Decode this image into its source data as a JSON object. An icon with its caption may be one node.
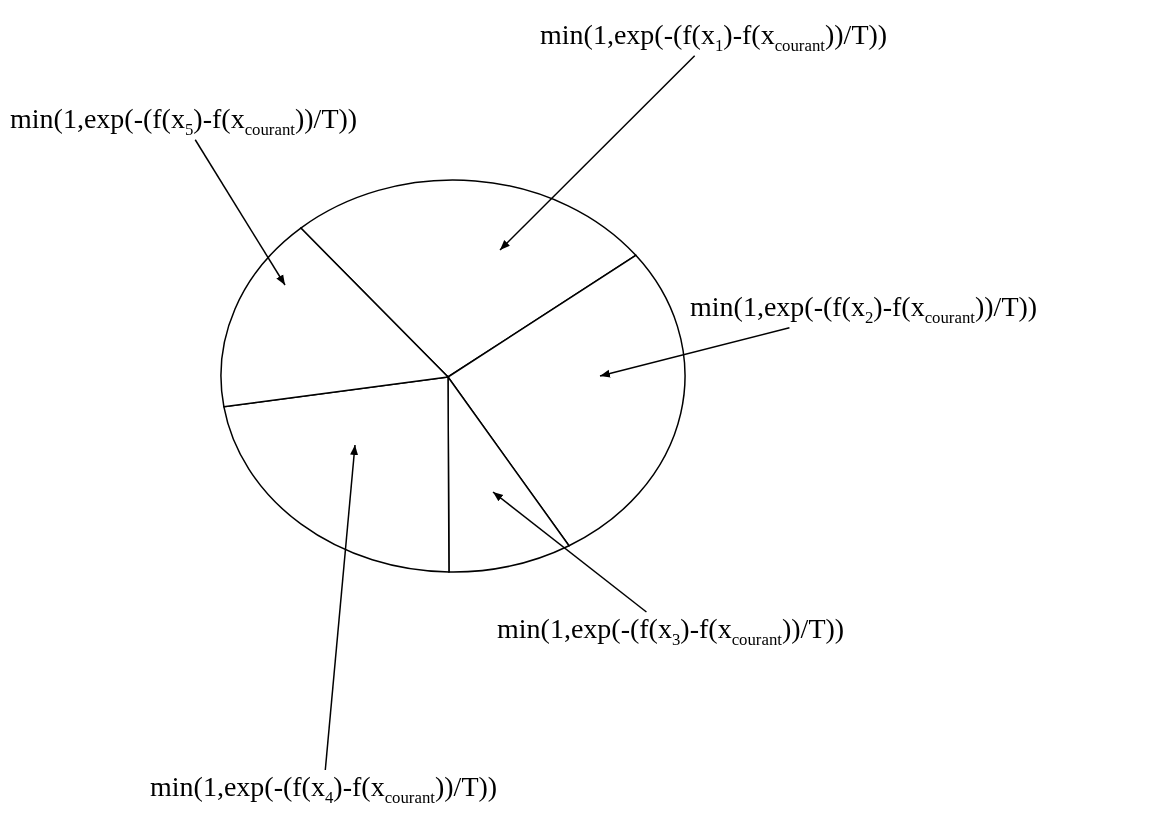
{
  "diagram": {
    "nodes": [
      {
        "text": [
          "min(1,exp(-(f(x$_{1}$)-f(x$_{courant}$))/T))"
        ]
      },
      {
        "text": [
          "min(1,exp(-(f(x$_{5}$)-f(x$_{courant}$))/T))"
        ]
      },
      {
        "text": [
          "min(1,exp(-(f(x$_{2}$)-f(x$_{courant}$))/T))"
        ]
      },
      {
        "text": [
          "min(1,exp(-(f(x$_{3}$)-f(x$_{courant}$))/T))"
        ]
      },
      {
        "text": [
          "min(1,exp(-(f(x$_{4}$)-f(x$_{courant}$))/T))"
        ]
      },
      {
        "text": [],
        "shape": "wedge"
      },
      {
        "text": [],
        "shape": "wedge"
      },
      {
        "text": [],
        "shape": "wedge"
      },
      {
        "text": [],
        "shape": "wedge"
      },
      {
        "text": [],
        "shape": "wedge"
      }
    ],
    "edges": [
      {
        "from": 0,
        "to": 5,
        "arrow": "to"
      },
      {
        "from": 1,
        "to": 9,
        "arrow": "to"
      },
      {
        "from": 2,
        "to": 6,
        "arrow": "to"
      },
      {
        "from": 3,
        "to": 7,
        "arrow": "to"
      },
      {
        "from": 4,
        "to": 8,
        "arrow": "to"
      }
    ]
  }
}
